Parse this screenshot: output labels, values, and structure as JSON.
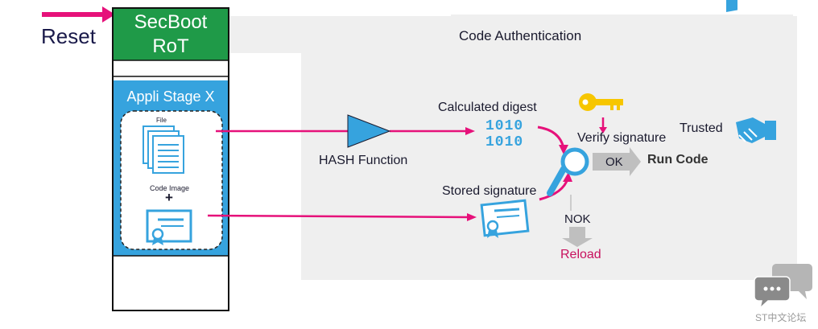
{
  "reset_label": "Reset",
  "secboot": {
    "line1": "SecBoot",
    "line2": "RoT"
  },
  "appli_stage": "Appli Stage X",
  "file_label": "File",
  "code_image_label": "Code Image",
  "plus_sign": "+",
  "section_title": "Code Authentication",
  "hash_function": "HASH Function",
  "calculated_digest": "Calculated digest",
  "digest_bits": {
    "row1": "1010",
    "row2": "1010"
  },
  "stored_signature": "Stored signature",
  "verify_signature": "Verify signature",
  "ok_label": "OK",
  "run_code": "Run Code",
  "trusted": "Trusted",
  "nok_label": "NOK",
  "reload": "Reload",
  "watermark": "ST中文论坛",
  "colors": {
    "pink_arrow": "#e6117a",
    "green_block": "#1f9a48",
    "blue_block": "#36a3de",
    "gray_panel": "#f0f0f0",
    "gray_arrow": "#bfbfbf",
    "key_yellow": "#f7c600",
    "reload_text": "#c8115e"
  },
  "icons": [
    "key-icon",
    "handshake-icon",
    "magnifier-icon",
    "document-stack-icon",
    "certificate-icon",
    "chat-bubble-icon"
  ]
}
